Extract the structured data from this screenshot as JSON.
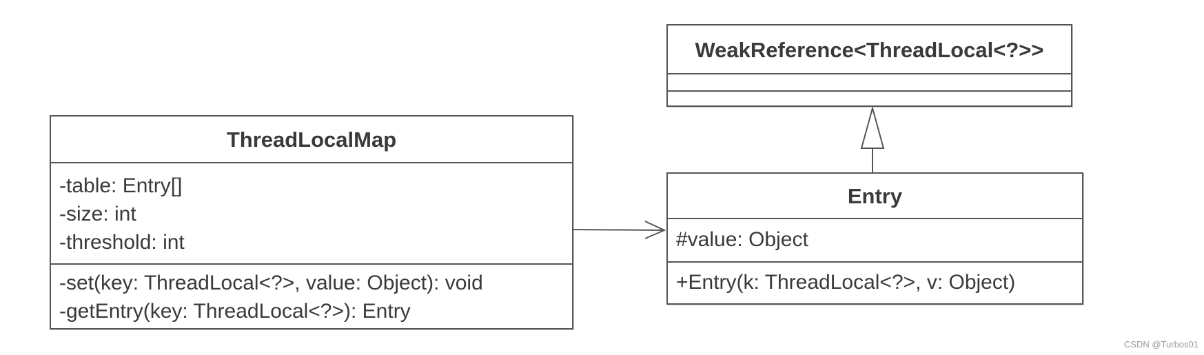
{
  "classes": {
    "thread_local_map": {
      "name": "ThreadLocalMap",
      "attributes": [
        "-table: Entry[]",
        "-size: int",
        "-threshold: int"
      ],
      "operations": [
        "-set(key: ThreadLocal<?>, value: Object): void",
        "-getEntry(key: ThreadLocal<?>): Entry"
      ]
    },
    "entry": {
      "name": "Entry",
      "attributes": [
        "#value: Object"
      ],
      "operations": [
        "+Entry(k: ThreadLocal<?>, v: Object)"
      ]
    },
    "weak_reference": {
      "name": "WeakReference<ThreadLocal<?>>",
      "attributes": [],
      "operations": []
    }
  },
  "relations": [
    {
      "from": "ThreadLocalMap",
      "to": "Entry",
      "type": "association"
    },
    {
      "from": "Entry",
      "to": "WeakReference<ThreadLocal<?>>",
      "type": "generalization"
    }
  ],
  "watermark": "CSDN @Turbos01"
}
